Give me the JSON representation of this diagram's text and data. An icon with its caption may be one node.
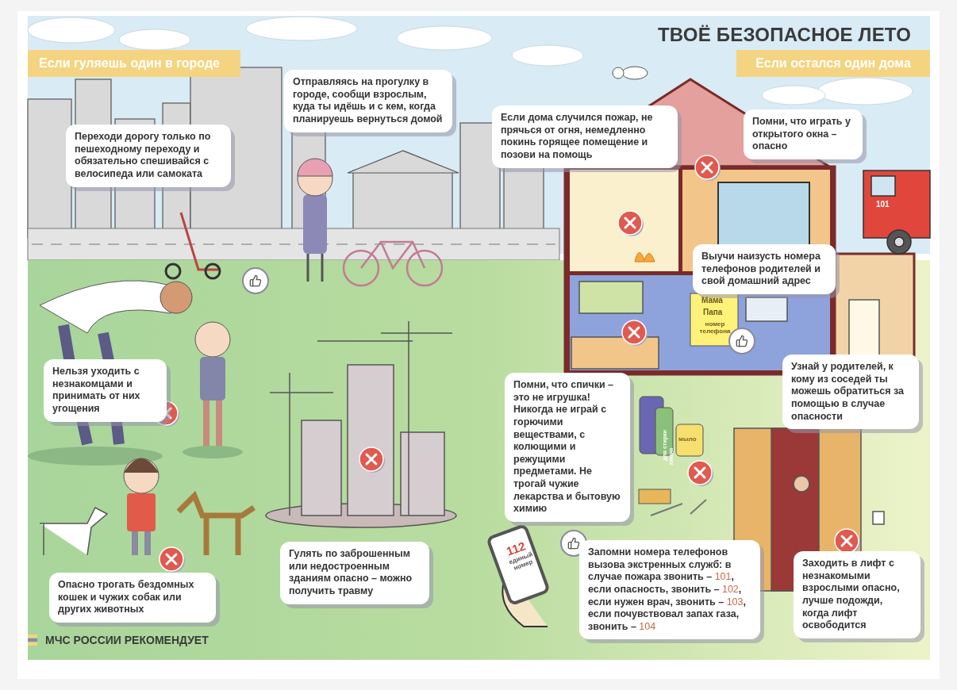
{
  "diagram": {
    "title": "ТВОЁ БЕЗОПАСНОЕ ЛЕТО",
    "nodes": [
      {
        "text": [
          "Если гуляешь один в городе"
        ]
      },
      {
        "text": [
          "Если остался один дома"
        ]
      },
      {
        "text": [
          "Переходи дорогу только по пешеходному переходу и обязательно спешивайся с велосипеда или самоката"
        ]
      },
      {
        "text": [
          "Отправляясь на прогулку в городе, сообщи взрослым, куда ты идёшь и с кем, когда планируешь вернуться домой"
        ]
      },
      {
        "text": [
          "Если дома случился пожар, не прячься от огня, немедленно покинь горящее помещение и позови на помощь"
        ]
      },
      {
        "text": [
          "Помни, что играть у открытого окна – опасно"
        ]
      },
      {
        "text": [
          "Выучи наизусть номера телефонов родителей и свой домашний адрес"
        ]
      },
      {
        "text": [
          "Нельзя уходить с незнакомцами и принимать от них угощения"
        ]
      },
      {
        "text": [
          "Узнай у родителей, к кому из соседей ты можешь обратиться за помощью в случае опасности"
        ]
      },
      {
        "text": [
          "Помни, что спички – это не игрушка! Никогда не играй с горючими веществами, с колющими и режущими предметами. Не трогай чужие лекарства и бытовую химию"
        ]
      },
      {
        "text": [
          "Опасно трогать бездомных кошек и чужих собак или других животных"
        ]
      },
      {
        "text": [
          "Гулять по заброшенным или недостроенным зданиям опасно – можно получить травму"
        ]
      },
      {
        "text": [
          "Запомни номера телефонов вызова экстренных служб: в случае пожара звонить – 101, если опасность, звонить – 102, если нужен врач, звонить – 103, если почувствовал запах газа, звонить – 104"
        ]
      },
      {
        "text": [
          "Заходить в лифт с незнакомыми взрослыми опасно, лучше подожди, когда лифт освободится"
        ]
      }
    ],
    "labels": [
      "101",
      "Мама",
      "Папа",
      "номер телефона",
      "для стирки",
      "химия",
      "мыло",
      "112",
      "единый номер",
      "МЧС РОССИИ РЕКОМЕНДУЕТ"
    ]
  }
}
